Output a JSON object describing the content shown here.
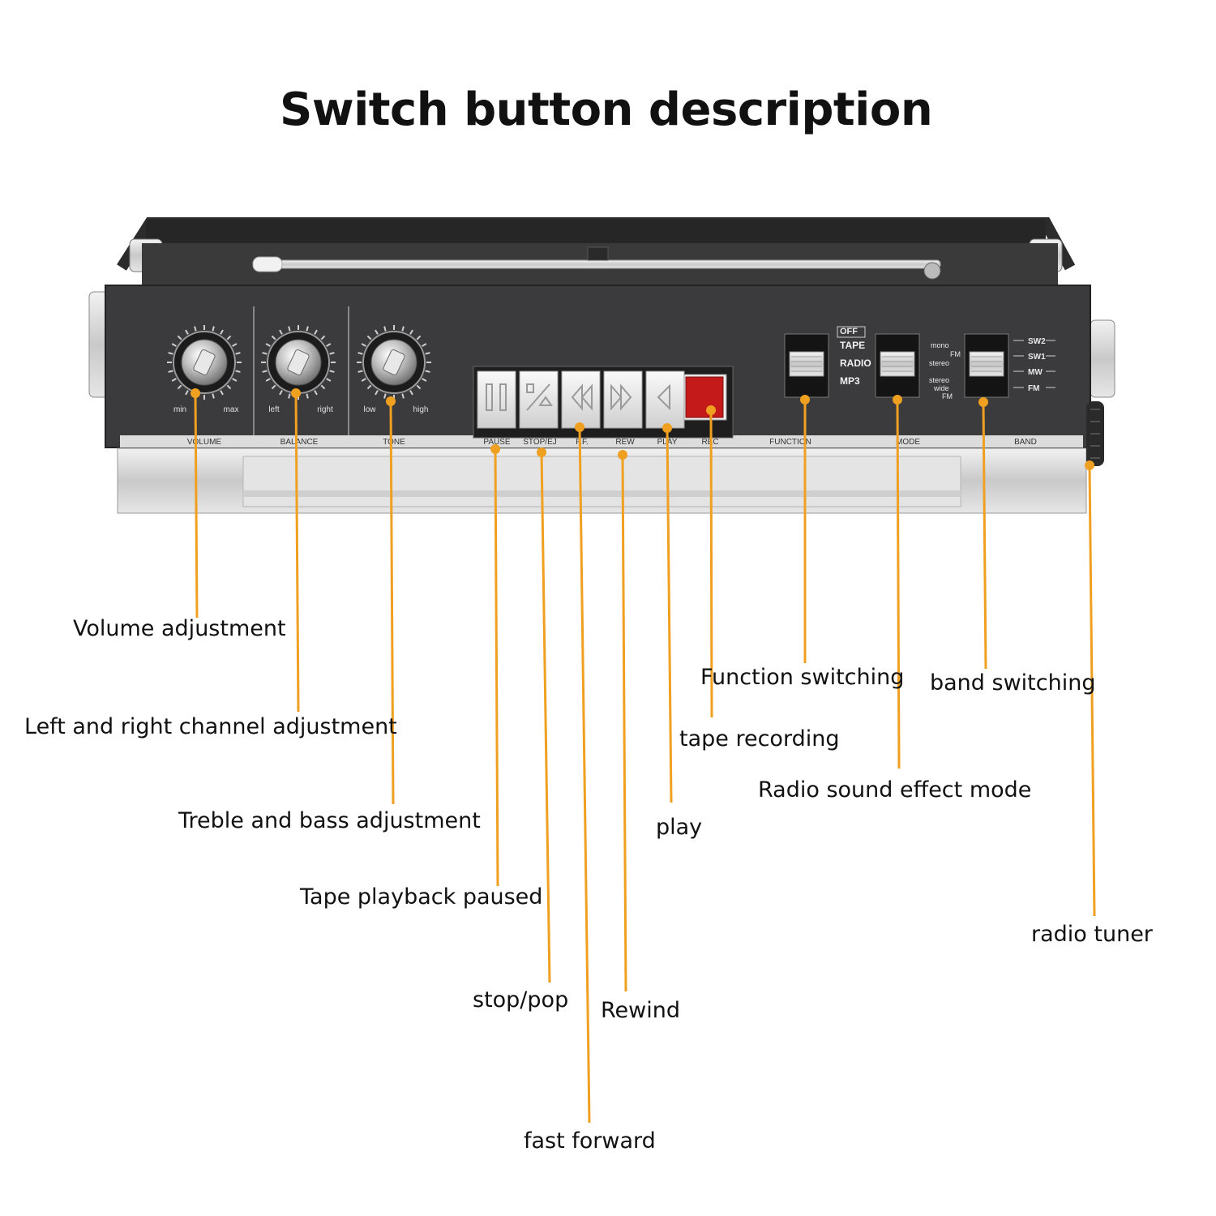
{
  "title": "Switch button description",
  "panel": {
    "knob_sections": [
      {
        "name": "VOLUME",
        "min": "min",
        "max": "max"
      },
      {
        "name": "BALANCE",
        "min": "left",
        "max": "right"
      },
      {
        "name": "TONE",
        "min": "low",
        "max": "high"
      }
    ],
    "keys": [
      "PAUSE",
      "STOP/EJ",
      "F.F.",
      "REW",
      "PLAY",
      "REC"
    ],
    "switch_sections": [
      "FUNCTION",
      "MODE",
      "BAND"
    ],
    "function_options": [
      "OFF",
      "TAPE",
      "RADIO",
      "MP3"
    ],
    "mode_options": [
      "mono",
      "FM",
      "stereo",
      "stereo",
      "wide",
      "FM"
    ],
    "band_options": [
      "SW2",
      "SW1",
      "MW",
      "FM"
    ]
  },
  "callouts": {
    "volume": "Volume adjustment",
    "balance": "Left and right channel adjustment",
    "tone": "Treble and bass adjustment",
    "pause": "Tape playback paused",
    "stop": "stop/pop",
    "rewind": "Rewind",
    "fast_forward": "fast forward",
    "play": "play",
    "record": "tape recording",
    "function": "Function switching",
    "mode": "Radio sound effect mode",
    "band": "band switching",
    "tuner": "radio tuner"
  },
  "colors": {
    "leader": "#f0a020",
    "panel": "#3a3a3c",
    "record_button": "#c41a1a",
    "chrome": "#d8d8d8"
  }
}
